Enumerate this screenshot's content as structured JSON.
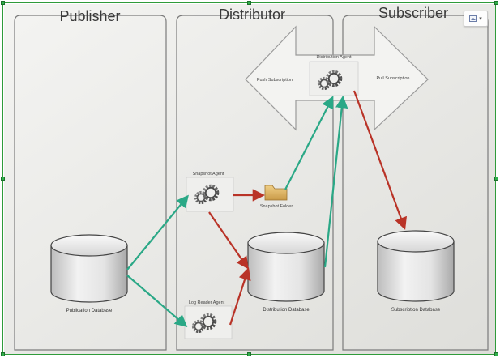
{
  "columns": {
    "publisher": "Publisher",
    "distributor": "Distributor",
    "subscriber": "Subscriber"
  },
  "labels": {
    "distribution_agent": "Distribution Agent",
    "push_subscription": "Push Subscription",
    "pull_subscription": "Pull Subscription",
    "snapshot_agent": "Snapshot Agent",
    "snapshot_folder": "Snapshot Folder",
    "log_reader_agent": "Log Reader Agent",
    "publication_database": "Publication Database",
    "distribution_database": "Distribution Database",
    "subscription_database": "Subscription Database"
  },
  "toolbar": {
    "image_options_icon": "image-icon",
    "caret_icon": "caret-down-icon"
  },
  "colors": {
    "green_arrow": "#2aa886",
    "red_arrow": "#b93327",
    "selection": "#2fb04a"
  }
}
